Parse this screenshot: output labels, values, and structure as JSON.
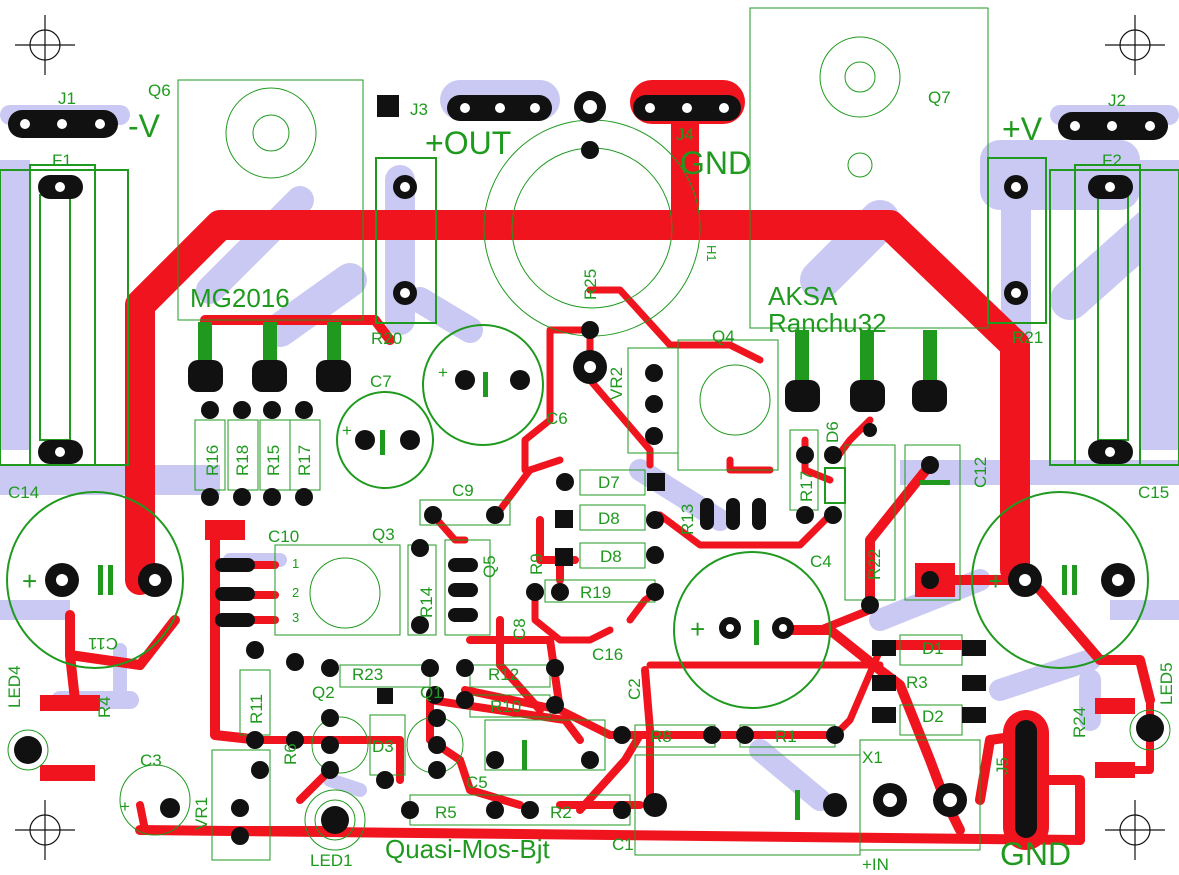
{
  "board": {
    "silk_labels": {
      "j1": "J1",
      "q6": "Q6",
      "neg_v": "-V",
      "f1": "F1",
      "j3": "J3",
      "pos_out": "+OUT",
      "j4": "J4",
      "gnd_top": "GND",
      "h1": "H1",
      "q7": "Q7",
      "j2": "J2",
      "pos_v": "+V",
      "f2": "F2",
      "mg2016": "MG2016",
      "r20": "R20",
      "r25": "R25",
      "aksa": "AKSA",
      "ranchu": "Ranchu32",
      "r21": "R21",
      "q4": "Q4",
      "vr2": "VR2",
      "c7": "C7",
      "c6": "C6",
      "d6": "D6",
      "c12": "C12",
      "r16": "R16",
      "r18": "R18",
      "r15": "R15",
      "r17a": "R17",
      "c14": "C14",
      "c15": "C15",
      "c10": "C10",
      "c9": "C9",
      "d7": "D7",
      "d8": "D8",
      "d8b": "D8",
      "q3": "Q3",
      "q5": "Q5",
      "r13": "R13",
      "r17": "R17",
      "r22": "R22",
      "c4": "C4",
      "r14": "R14",
      "r9": "R9",
      "r19": "R19",
      "c8": "C8",
      "c16": "C16",
      "c11": "C11",
      "d1": "D1",
      "r3": "R3",
      "d2": "D2",
      "r24": "R24",
      "led5": "LED5",
      "led4": "LED4",
      "r4": "R4",
      "r23": "R23",
      "q2": "Q2",
      "q1": "Q1",
      "r12": "R12",
      "r10": "R10",
      "r11": "R11",
      "r6": "R6",
      "d3": "D3",
      "c2": "C2",
      "r8": "R8",
      "r1": "R1",
      "x1": "X1",
      "j5": "J5",
      "gnd_bottom": "GND",
      "pos_in": "+IN",
      "c3": "C3",
      "vr1": "VR1",
      "c5": "C5",
      "r5": "R5",
      "r2": "R2",
      "c1": "C1",
      "led1": "LED1",
      "quasi": "Quasi-Mos-Bjt",
      "pin1": "1",
      "pin2": "2",
      "pin3": "3",
      "plus": "+"
    }
  },
  "colors": {
    "copper_top": "#f0141e",
    "copper_bottom": "#c9c9f3",
    "silkscreen": "#1f9a1f",
    "pad": "#111111",
    "background": "#ffffff"
  }
}
